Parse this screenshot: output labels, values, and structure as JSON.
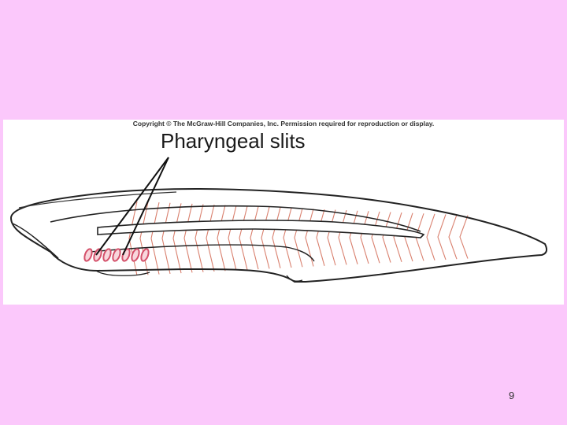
{
  "figure": {
    "copyright": "Copyright © The McGraw-Hill Companies, Inc. Permission required for reproduction or display.",
    "title": "Pharyngeal slits"
  },
  "slide": {
    "number": "9"
  },
  "colors": {
    "background": "#fbc8fb",
    "muscle": "#d9806e",
    "slits": "#d4506a",
    "outline": "#222222"
  }
}
